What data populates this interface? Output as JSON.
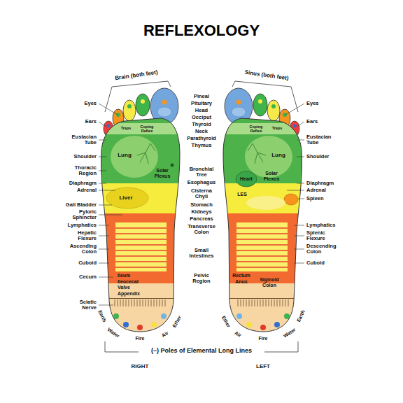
{
  "diagram": {
    "title": "REFLEXOLOGY",
    "labels": [
      "Brain (both feet)",
      "Sinus (both feet)",
      "Eyes",
      "Eyes",
      "Pineal",
      "Pituitary",
      "Head",
      "Occiput",
      "Thyroid",
      "Neck",
      "Parathyroid",
      "Thymus",
      "Ears",
      "Ears",
      "Eustacian Tube",
      "Eustacian Tube",
      "Traps",
      "Coping Reflex",
      "Traps",
      "Coping Reflex",
      "Shoulder",
      "Shoulder",
      "Lung",
      "Lung",
      "Thoracic Region",
      "Solar Plexus",
      "Solar Plexus",
      "Bronchial Tree",
      "Esophagus",
      "Heart",
      "Diaphragm",
      "Diaphragm",
      "Adrenal",
      "Adrenal",
      "Liver",
      "Cisterna Chyli",
      "LES",
      "Spleen",
      "Gall Bladder",
      "Stomach",
      "Pyloric Sphincter",
      "Kidneys",
      "Pancreas",
      "Lymphatics",
      "Lymphatics",
      "Hepatic Flexure",
      "Transverse Colon",
      "Splenic Flexure",
      "Ascending Colon",
      "Small Intestines",
      "Descending Colon",
      "Cuboid",
      "Cuboid",
      "Cecum",
      "Ileum",
      "Ileocecal Valve",
      "Appendix",
      "Pelvic Region",
      "Rectum",
      "Anus",
      "Sigmoid Colon",
      "Sciatic Nerve",
      "Earth",
      "Water",
      "Fire",
      "Air",
      "Ether",
      "Ether",
      "Air",
      "Fire",
      "Water",
      "Earth",
      "(–) Poles of Elemental Long Lines",
      "RIGHT",
      "LEFT"
    ]
  }
}
